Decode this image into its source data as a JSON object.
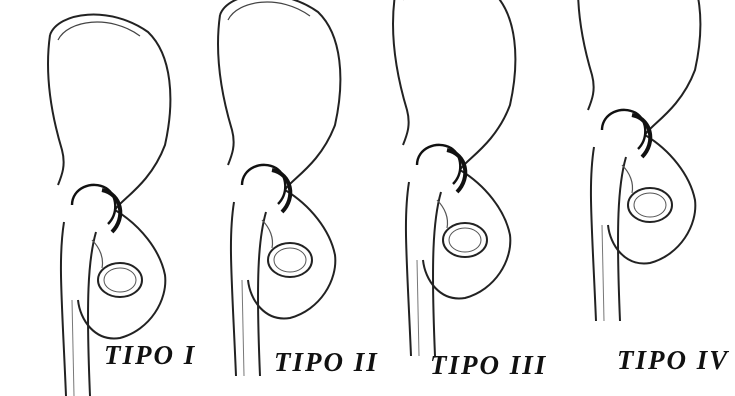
{
  "panels": [
    {
      "label": "TIPO I"
    },
    {
      "label": "TIPO II"
    },
    {
      "label": "TIPO III"
    },
    {
      "label": "TIPO IV"
    }
  ],
  "colors": {
    "ink": "#111111",
    "background": "#ffffff"
  }
}
